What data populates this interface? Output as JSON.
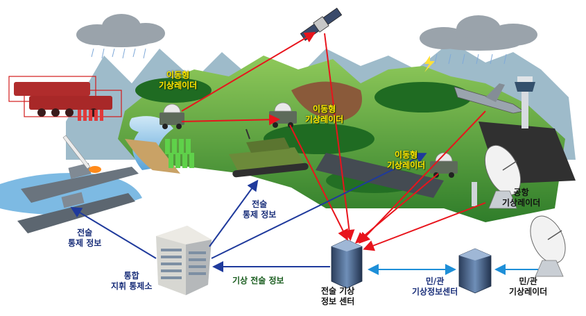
{
  "labels": {
    "mobile_radar_1": [
      "이동형",
      "기상레이더"
    ],
    "mobile_radar_2": [
      "이동형",
      "기상레이더"
    ],
    "mobile_radar_3": [
      "이동형",
      "기상레이더"
    ],
    "airport_radar": [
      "공항",
      "기상레이더"
    ],
    "tactical_control_upper": [
      "전술",
      "통제 정보"
    ],
    "tactical_control_left": [
      "전술",
      "통제 정보"
    ],
    "integrated_command": [
      "통합",
      "지휘 통제소"
    ],
    "weather_tactical_info": "기상 전술 정보",
    "tactical_weather_center": [
      "전술 기상",
      "정보 센터"
    ],
    "civil_weather_center": [
      "민/관",
      "기상정보센터"
    ],
    "civil_radar": [
      "민/관",
      "기상레이더"
    ]
  },
  "colors": {
    "red_link": "#e8141c",
    "blue_link": "#1f3a9c",
    "cyan_link": "#1e8fd8",
    "radar_label": "#ffe600"
  }
}
